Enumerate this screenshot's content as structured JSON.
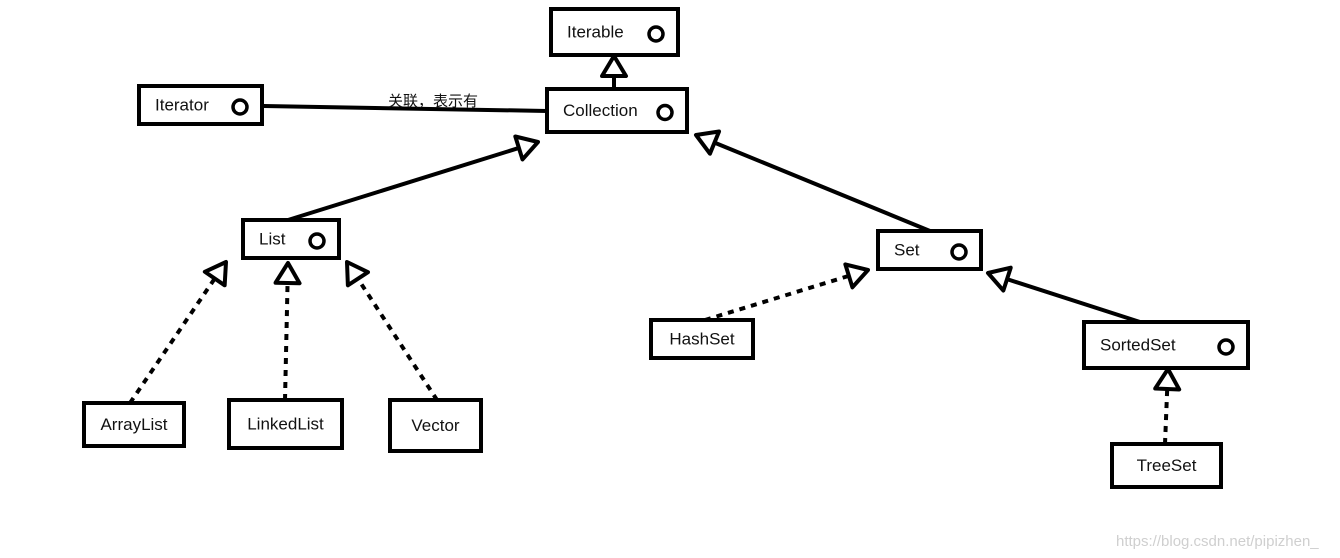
{
  "diagram": {
    "type": "class-hierarchy",
    "nodes": [
      {
        "id": "iterable",
        "label": "Iterable",
        "interface_marker": true
      },
      {
        "id": "collection",
        "label": "Collection",
        "interface_marker": true
      },
      {
        "id": "iterator",
        "label": "Iterator",
        "interface_marker": true
      },
      {
        "id": "list",
        "label": "List",
        "interface_marker": true
      },
      {
        "id": "set",
        "label": "Set",
        "interface_marker": true
      },
      {
        "id": "sortedset",
        "label": "SortedSet",
        "interface_marker": true
      },
      {
        "id": "arraylist",
        "label": "ArrayList",
        "interface_marker": false
      },
      {
        "id": "linkedlist",
        "label": "LinkedList",
        "interface_marker": false
      },
      {
        "id": "vector",
        "label": "Vector",
        "interface_marker": false
      },
      {
        "id": "hashset",
        "label": "HashSet",
        "interface_marker": false
      },
      {
        "id": "treeset",
        "label": "TreeSet",
        "interface_marker": false
      }
    ],
    "edges": [
      {
        "from": "collection",
        "to": "iterable",
        "kind": "inheritance",
        "style": "solid"
      },
      {
        "from": "collection",
        "to": "iterator",
        "kind": "association",
        "style": "solid",
        "label": "关联，表示有"
      },
      {
        "from": "list",
        "to": "collection",
        "kind": "inheritance",
        "style": "solid"
      },
      {
        "from": "set",
        "to": "collection",
        "kind": "inheritance",
        "style": "solid"
      },
      {
        "from": "arraylist",
        "to": "list",
        "kind": "realization",
        "style": "dashed"
      },
      {
        "from": "linkedlist",
        "to": "list",
        "kind": "realization",
        "style": "dashed"
      },
      {
        "from": "vector",
        "to": "list",
        "kind": "realization",
        "style": "dashed"
      },
      {
        "from": "hashset",
        "to": "set",
        "kind": "realization",
        "style": "dashed"
      },
      {
        "from": "sortedset",
        "to": "set",
        "kind": "inheritance",
        "style": "solid"
      },
      {
        "from": "treeset",
        "to": "sortedset",
        "kind": "realization",
        "style": "dashed"
      }
    ]
  },
  "watermark": "https://blog.csdn.net/pipizhen_",
  "colors": {
    "stroke": "#000000",
    "background": "#ffffff",
    "watermark": "#cfcfcf"
  }
}
